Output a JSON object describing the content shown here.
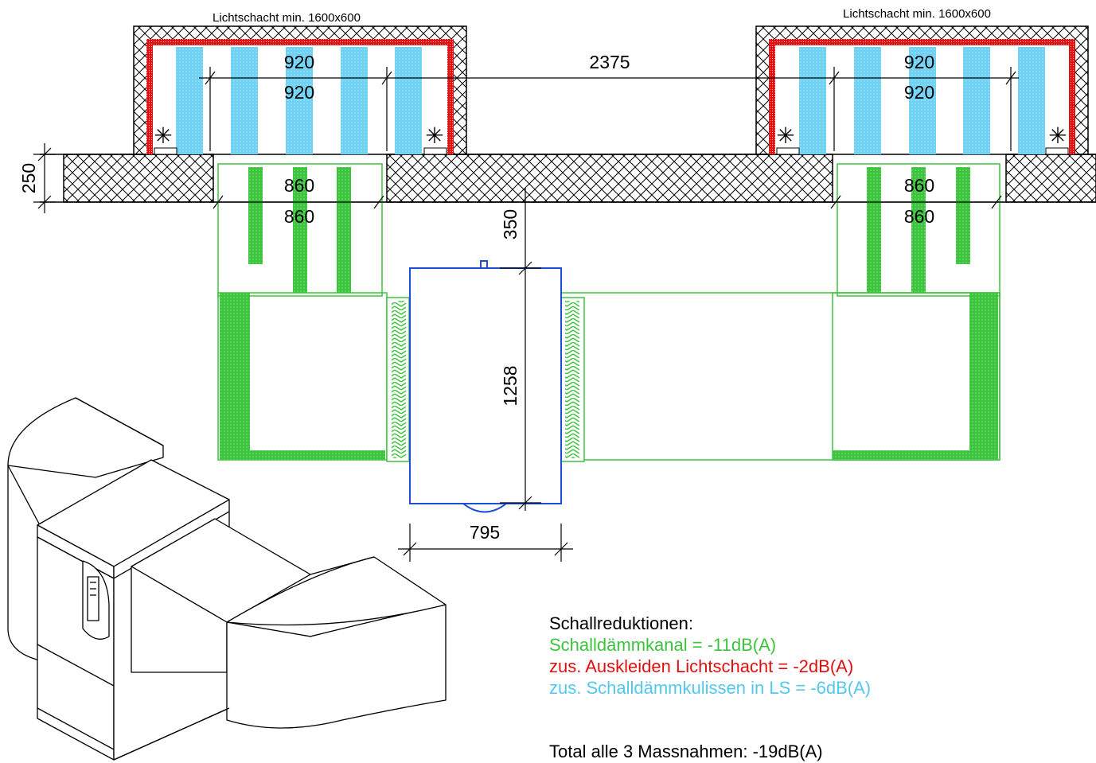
{
  "labels": {
    "shaft_left": "Lichtschacht min. 1600x600",
    "shaft_right": "Lichtschacht min. 1600x600",
    "dim_920_a": "920",
    "dim_920_b": "920",
    "dim_920_c": "920",
    "dim_920_d": "920",
    "dim_2375": "2375",
    "dim_860_a": "860",
    "dim_860_b": "860",
    "dim_860_c": "860",
    "dim_860_d": "860",
    "dim_250": "250",
    "dim_350": "350",
    "dim_1258": "1258",
    "dim_795": "795"
  },
  "legend": {
    "heading": "Schallreduktionen:",
    "item_green": "Schalldämmkanal = -11dB(A)",
    "item_red": "zus. Auskleiden Lichtschacht = -2dB(A)",
    "item_blue": "zus. Schalldämmkulissen in LS = -6dB(A)",
    "total": "Total alle 3 Massnahmen: -19dB(A)"
  },
  "colors": {
    "green": "#3cc43c",
    "red": "#e01010",
    "blue": "#52c8f0",
    "unit_blue": "#1a4fd6",
    "black": "#000000"
  }
}
